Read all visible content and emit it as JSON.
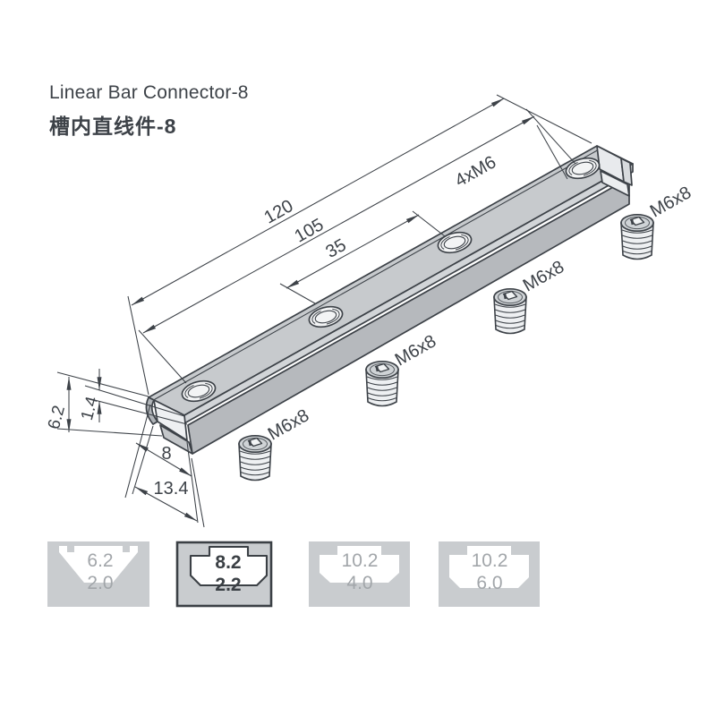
{
  "title": {
    "line_en": "Linear Bar Connector-8",
    "line_zh": "槽内直线件-8"
  },
  "drawing": {
    "dims": {
      "overall_length": "120",
      "outer_hole_span": "105",
      "hole_pitch": "35",
      "thread_callout": "4xM6",
      "total_height": "6.2",
      "plate_thickness": "1.4",
      "rib_width": "8",
      "overall_width": "13.4"
    },
    "screws": [
      {
        "label": "M6x8"
      },
      {
        "label": "M6x8"
      },
      {
        "label": "M6x8"
      },
      {
        "label": "M6x8"
      }
    ]
  },
  "profiles": [
    {
      "slot_width": "6.2",
      "lip_depth": "2.0",
      "highlighted": false
    },
    {
      "slot_width": "8.2",
      "lip_depth": "2.2",
      "highlighted": true
    },
    {
      "slot_width": "10.2",
      "lip_depth": "4.0",
      "highlighted": false
    },
    {
      "slot_width": "10.2",
      "lip_depth": "6.0",
      "highlighted": false
    }
  ],
  "colors": {
    "line": "#3d4248",
    "face_top": "#c7cacd",
    "face_chamfer_strip": "#d2d5d8",
    "face_front": "#b6b9bd",
    "face_end_light": "#eef0f2",
    "profile_gray": "#c9cccf",
    "muted_text": "#a2a6aa"
  }
}
